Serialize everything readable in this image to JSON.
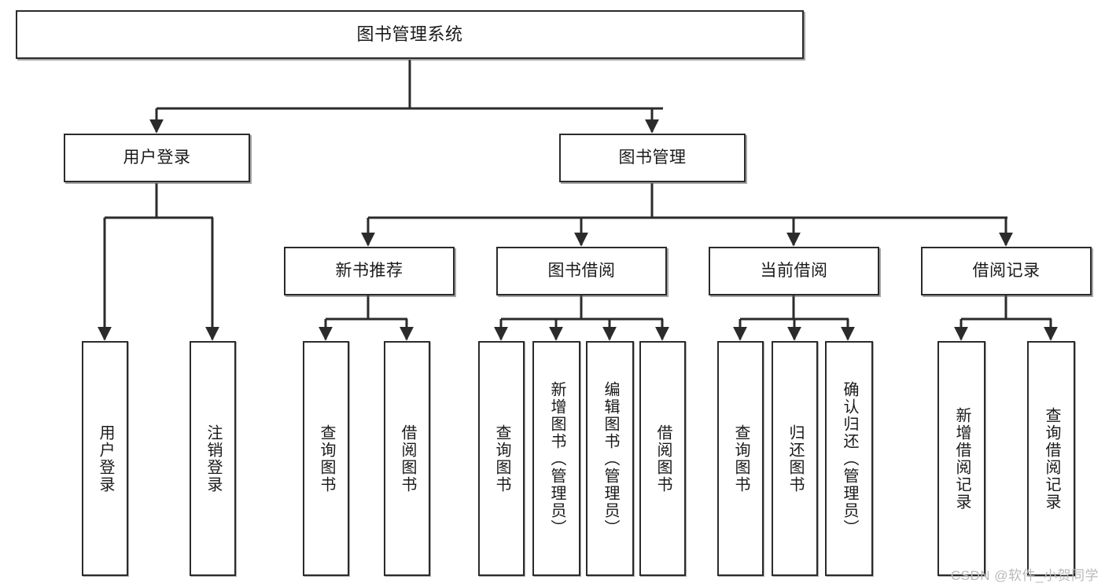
{
  "diagram": {
    "type": "tree",
    "title": "图书管理系统",
    "watermark": "CSDN @软件_小贺同学",
    "colors": {
      "box_border": "#2b2b2b",
      "box_fill": "#ffffff",
      "edge": "#2b2b2b",
      "text": "#1a1a1a",
      "watermark": "#b9b9b9"
    },
    "nodes": {
      "root": {
        "label": "图书管理系统"
      },
      "level2": [
        {
          "label": "用户登录"
        },
        {
          "label": "图书管理"
        }
      ],
      "level3": [
        {
          "label": "新书推荐"
        },
        {
          "label": "图书借阅"
        },
        {
          "label": "当前借阅"
        },
        {
          "label": "借阅记录"
        }
      ],
      "leaves": {
        "user_login": [
          {
            "label": "用户登录"
          },
          {
            "label": "注销登录"
          }
        ],
        "new_book_recommend": [
          {
            "label": "查询图书"
          },
          {
            "label": "借阅图书"
          }
        ],
        "book_borrow": [
          {
            "label": "查询图书"
          },
          {
            "label": "新增图书（管理员）"
          },
          {
            "label": "编辑图书（管理员）"
          },
          {
            "label": "借阅图书"
          }
        ],
        "current_borrow": [
          {
            "label": "查询图书"
          },
          {
            "label": "归还图书"
          },
          {
            "label": "确认归还（管理员）"
          }
        ],
        "borrow_record": [
          {
            "label": "新增借阅记录"
          },
          {
            "label": "查询借阅记录"
          }
        ]
      }
    }
  }
}
